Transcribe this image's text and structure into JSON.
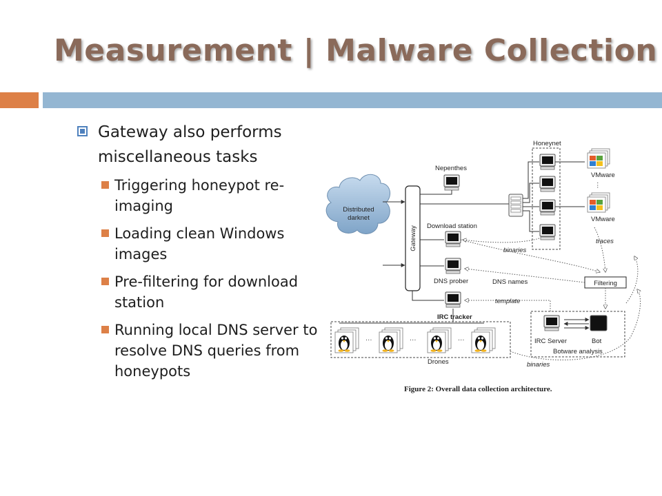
{
  "slide": {
    "title": "Measurement | Malware Collection",
    "bullets": [
      {
        "text": "Gateway also performs miscellaneous tasks",
        "sub": [
          "Triggering honeypot re-imaging",
          "Loading clean Windows images",
          "Pre-filtering for download station",
          "Running local DNS server to resolve DNS queries from honeypots"
        ]
      }
    ]
  },
  "figure": {
    "caption": "Figure 2: Overall data collection architecture.",
    "nodes": {
      "darknet_line1": "Distributed",
      "darknet_line2": "darknet",
      "gateway": "Gateway",
      "nepenthes": "Nepenthes",
      "download_station": "Download station",
      "dns_prober": "DNS prober",
      "irc_tracker": "IRC tracker",
      "honeynet": "Honeynet",
      "vmware_1": "VMware",
      "vmware_2": "VMware",
      "filtering": "Filtering",
      "irc_server": "IRC Server",
      "bot": "Bot",
      "botware_analysis": "Botware analysis",
      "drones": "Drones"
    },
    "edges": {
      "binaries_1": "binaries",
      "traces": "traces",
      "dns_names": "DNS names",
      "template": "template",
      "binaries_2": "binaries"
    }
  }
}
